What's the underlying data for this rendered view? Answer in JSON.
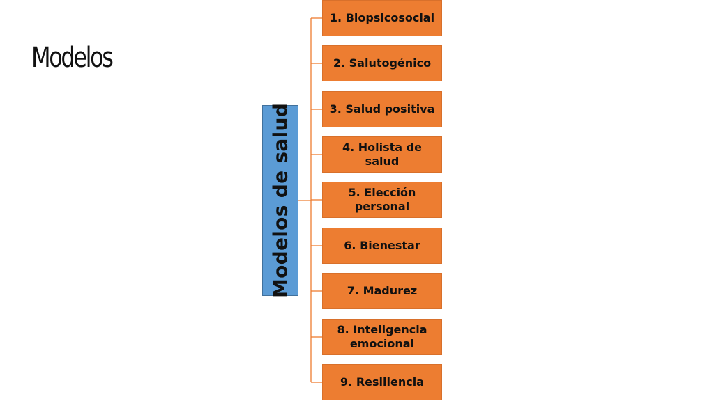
{
  "slide": {
    "title": "Modelos"
  },
  "diagram": {
    "root": {
      "label": "Modelos de salud"
    },
    "children": [
      {
        "label": "1. Biopsicosocial"
      },
      {
        "label": "2. Salutogénico"
      },
      {
        "label": "3. Salud positiva"
      },
      {
        "label": "4. Holista de salud"
      },
      {
        "label": "5. Elección personal"
      },
      {
        "label": "6. Bienestar"
      },
      {
        "label": "7. Madurez"
      },
      {
        "label": "8. Inteligencia emocional"
      },
      {
        "label": "9. Resiliencia"
      }
    ]
  },
  "colors": {
    "root_fill": "#5b9bd5",
    "child_fill": "#ed7d31",
    "connector": "#ed7d31"
  }
}
